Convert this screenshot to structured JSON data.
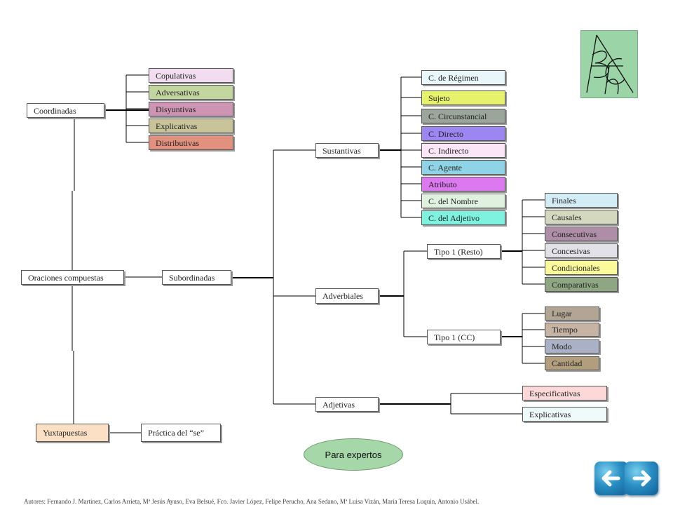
{
  "nodes": {
    "coordinadas": "Coordinadas",
    "oraciones_compuestas": "Oraciones compuestas",
    "subordinadas": "Subordinadas",
    "yuxtapuestas": "Yuxtapuestas",
    "practica_se": "Práctica del “se”",
    "copulativas": "Copulativas",
    "adversativas": "Adversativas",
    "disyuntivas": "Disyuntivas",
    "explicativas_coord": "Explicativas",
    "distributivas": "Distributivas",
    "sustantivas": "Sustantivas",
    "adverbiales": "Adverbiales",
    "adjetivas": "Adjetivas",
    "c_regimen": "C. de Régimen",
    "sujeto": "Sujeto",
    "c_circunstancial": "C. Circunstancial",
    "c_directo": "C. Directo",
    "c_indirecto": "C. Indirecto",
    "c_agente": "C. Agente",
    "atributo": "Atributo",
    "c_nombre": "C. del Nombre",
    "c_adjetivo": "C. del Adjetivo",
    "tipo1_resto": "Tipo 1 (Resto)",
    "tipo1_cc": "Tipo 1 (CC)",
    "finales": "Finales",
    "causales": "Causales",
    "consecutivas": "Consecutivas",
    "concesivas": "Concesivas",
    "condicionales": "Condicionales",
    "comparativas": "Comparativas",
    "lugar": "Lugar",
    "tiempo": "Tiempo",
    "modo": "Modo",
    "cantidad": "Cantidad",
    "especificativas": "Especificativas",
    "explicativas_adj": "Explicativas"
  },
  "expert_button": "Para expertos",
  "nav": {
    "back_icon": "arrow-left-icon",
    "forward_icon": "arrow-right-icon"
  },
  "logo_icon": "bch-logo-icon",
  "credits": "Autores: Fernando J. Martínez, Carlos Arrieta, Mª Jesús Ayuso, Eva Belsué, Fco. Javier López, Felipe Perucho, Ana Sedano, Mª Luisa Vizán, María Teresa Luquin, Antonio Usábel.",
  "colors": {
    "copulativas": "#f2dcef",
    "adversativas": "#c4d6a0",
    "disyuntivas": "#cd94b4",
    "explicativas_coord": "#c9c39a",
    "distributivas": "#e3917f",
    "c_regimen": "#e9f7fb",
    "sujeto": "#e6f26c",
    "c_circunstancial": "#9ba59b",
    "c_directo": "#9b86f2",
    "c_indirecto": "#fae6f6",
    "c_agente": "#8fd4e6",
    "atributo": "#dc78f0",
    "c_nombre": "#dff2df",
    "c_adjetivo": "#7ef2df",
    "finales": "#d3edf6",
    "causales": "#d3d8be",
    "consecutivas": "#ad8ea6",
    "concesivas": "#e3e1e8",
    "condicionales": "#fafa9a",
    "comparativas": "#8ea782",
    "lugar": "#b3a593",
    "tiempo": "#c7b3a4",
    "modo": "#aab0c6",
    "cantidad": "#b29e7d",
    "especificativas": "#fcd8d8",
    "explicativas_adj": "#effafb",
    "yuxtapuestas": "#fbe0c6",
    "accent": "#2a8fc4"
  }
}
